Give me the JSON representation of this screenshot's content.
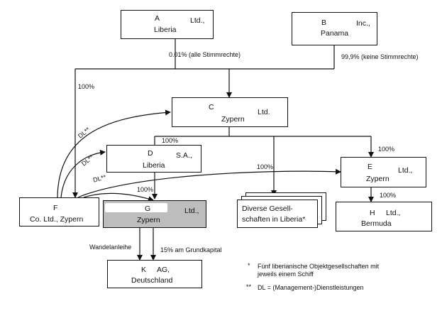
{
  "entities": {
    "a": {
      "letter": "A",
      "suffix": "Ltd.,",
      "place": "Liberia"
    },
    "b": {
      "letter": "B",
      "suffix": "Inc.,",
      "place": "Panama"
    },
    "c": {
      "letter": "C",
      "suffix": "Ltd.",
      "place": "Zypern"
    },
    "d": {
      "letter": "D",
      "suffix": "S.A.,",
      "place": "Liberia"
    },
    "e": {
      "letter": "E",
      "suffix": "Ltd.,",
      "place": "Zypern"
    },
    "f": {
      "letter": "F",
      "place": "Co. Ltd., Zypern"
    },
    "g": {
      "letter": "G",
      "suffix": "Ltd.,",
      "place": "Zypern"
    },
    "h": {
      "letter": "H",
      "suffix": "Ltd.,",
      "place": "Bermuda"
    },
    "k": {
      "letter": "K",
      "suffix": "AG,",
      "place": "Deutschland"
    }
  },
  "diverse": {
    "line1": "Diverse Gesell-",
    "line2": "schaften in Liberia*"
  },
  "labels": {
    "a_to_c": "0.01% (alle Stimmrechte)",
    "b_to_c": "99,9% (keine Stimmrechte)",
    "f_to_c": "100%",
    "c_to_d": "100%",
    "c_to_e": "100%",
    "c_to_diverse": "100%",
    "e_to_h": "100%",
    "f_to_g": "100%",
    "dl1": "DL**",
    "dl2": "DL**",
    "dl3": "DL**",
    "wandel": "Wandelanleihe",
    "g_to_k": "15% am Grundkapital"
  },
  "footnotes": {
    "n1_mark": "*",
    "n1_line1": "Fünf liberianische Objektgesellschaften mit",
    "n1_line2": "jeweils einem Schiff",
    "n2_mark": "**",
    "n2_text": "DL = (Management-)Dienstleistungen"
  }
}
